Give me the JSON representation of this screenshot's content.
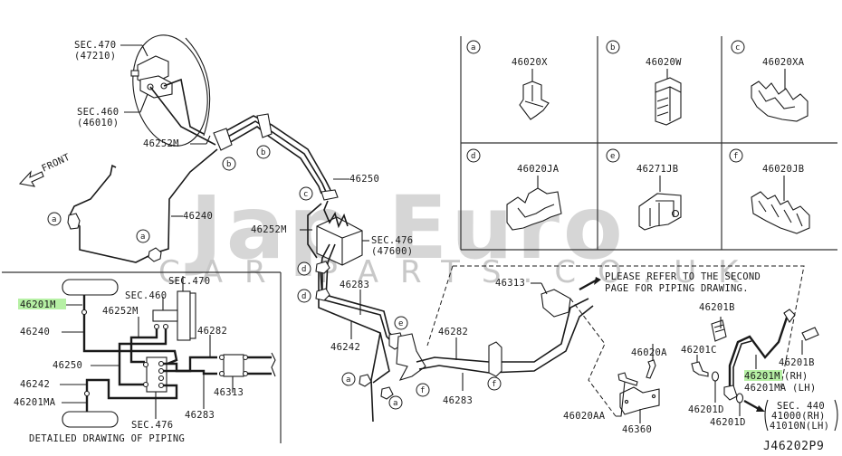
{
  "watermark": {
    "brand": "Jap Euro",
    "sub": "CAR PARTS.CO.UK"
  },
  "highlight_color": "#b6f0a4",
  "diagram_code": "J46202P9",
  "front_label": "FRONT",
  "main_labels": {
    "sec470": "SEC.470",
    "sec470_sub": "(47210)",
    "sec460": "SEC.460",
    "sec460_sub": "(46010)",
    "p46252m_top": "46252M",
    "p46240": "46240",
    "p46250": "46250",
    "p46252m_mid": "46252M",
    "sec476": "SEC.476",
    "sec476_sub": "(47600)",
    "p46283_upper": "46283",
    "p46242": "46242",
    "p46282": "46282",
    "p46283_lower": "46283",
    "p46313": "46313"
  },
  "callout_tags": {
    "a": "a",
    "b": "b",
    "c": "c",
    "d": "d",
    "e": "e",
    "f": "f"
  },
  "clip_table": [
    {
      "tag": "a",
      "part": "46020X"
    },
    {
      "tag": "b",
      "part": "46020W"
    },
    {
      "tag": "c",
      "part": "46020XA"
    },
    {
      "tag": "d",
      "part": "46020JA"
    },
    {
      "tag": "e",
      "part": "46271JB"
    },
    {
      "tag": "f",
      "part": "46020JB"
    }
  ],
  "detail_box": {
    "title": "DETAILED DRAWING OF PIPING",
    "labels": {
      "sec470": "SEC.470",
      "sec460": "SEC.460",
      "p46201m": "46201M",
      "p46252m": "46252M",
      "p46240": "46240",
      "p46282": "46282",
      "p46250": "46250",
      "p46313": "46313",
      "p46242": "46242",
      "p46201ma": "46201MA",
      "p46283": "46283",
      "sec476": "SEC.476"
    }
  },
  "note": {
    "line1": "PLEASE REFER TO THE SECOND",
    "line2": "PAGE FOR PIPING DRAWING."
  },
  "rear_labels": {
    "p46020a": "46020A",
    "p46020aa": "46020AA",
    "p46360": "46360",
    "p46201b_top": "46201B",
    "p46201c": "46201C",
    "p46201b_right": "46201B",
    "p46201m_rh": "46201M",
    "rh_suffix": "(RH)",
    "p46201ma_lh": "46201MA (LH)",
    "p46201d_left": "46201D",
    "p46201d_right": "46201D",
    "sec440": "SEC. 440",
    "sec440_rh": "41000(RH)",
    "sec440_lh": "41010N(LH)"
  }
}
